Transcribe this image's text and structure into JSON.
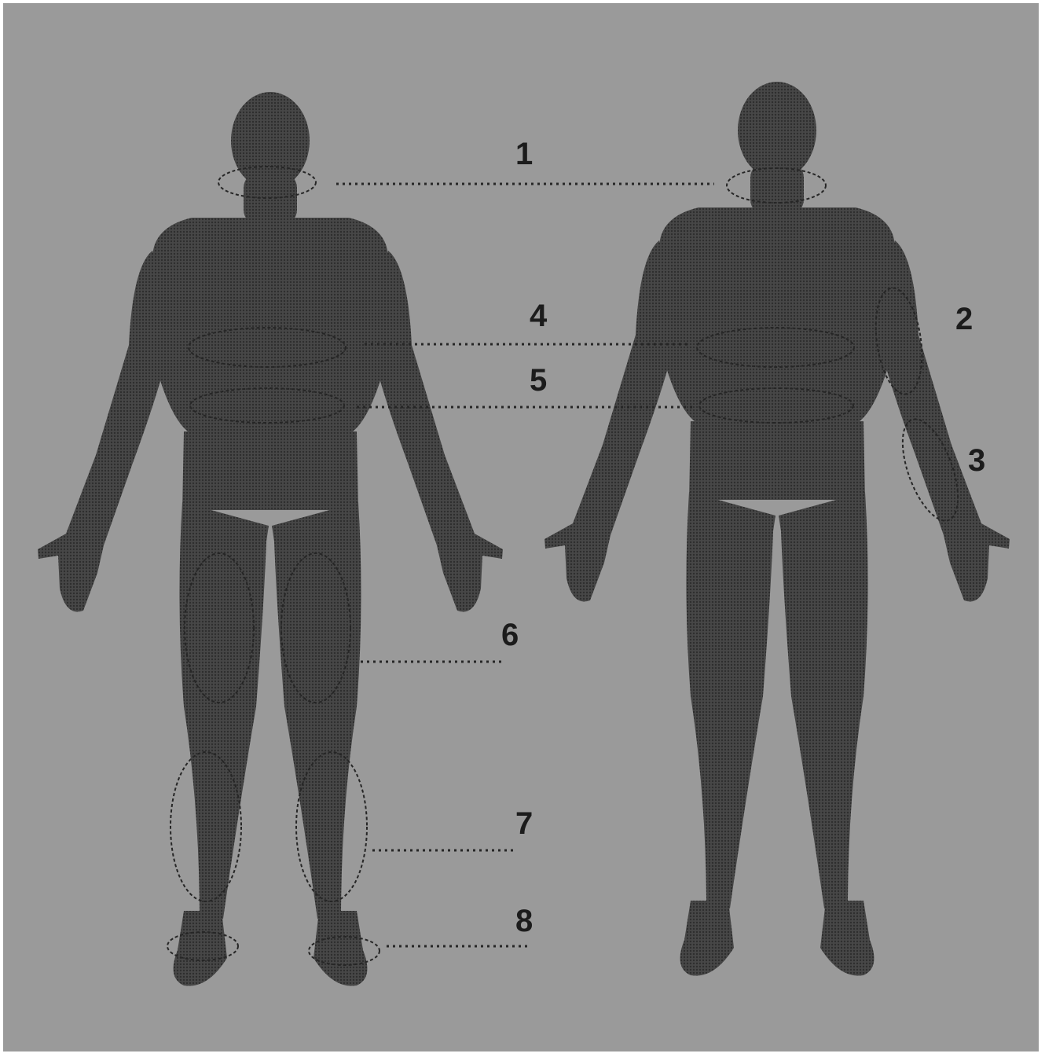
{
  "colors": {
    "background": "#9a9a9a",
    "figure": "#3f3f3f",
    "outline": "#262626",
    "text": "#1c1c1c"
  },
  "labels": [
    "1",
    "2",
    "3",
    "4",
    "5",
    "6",
    "7",
    "8"
  ]
}
